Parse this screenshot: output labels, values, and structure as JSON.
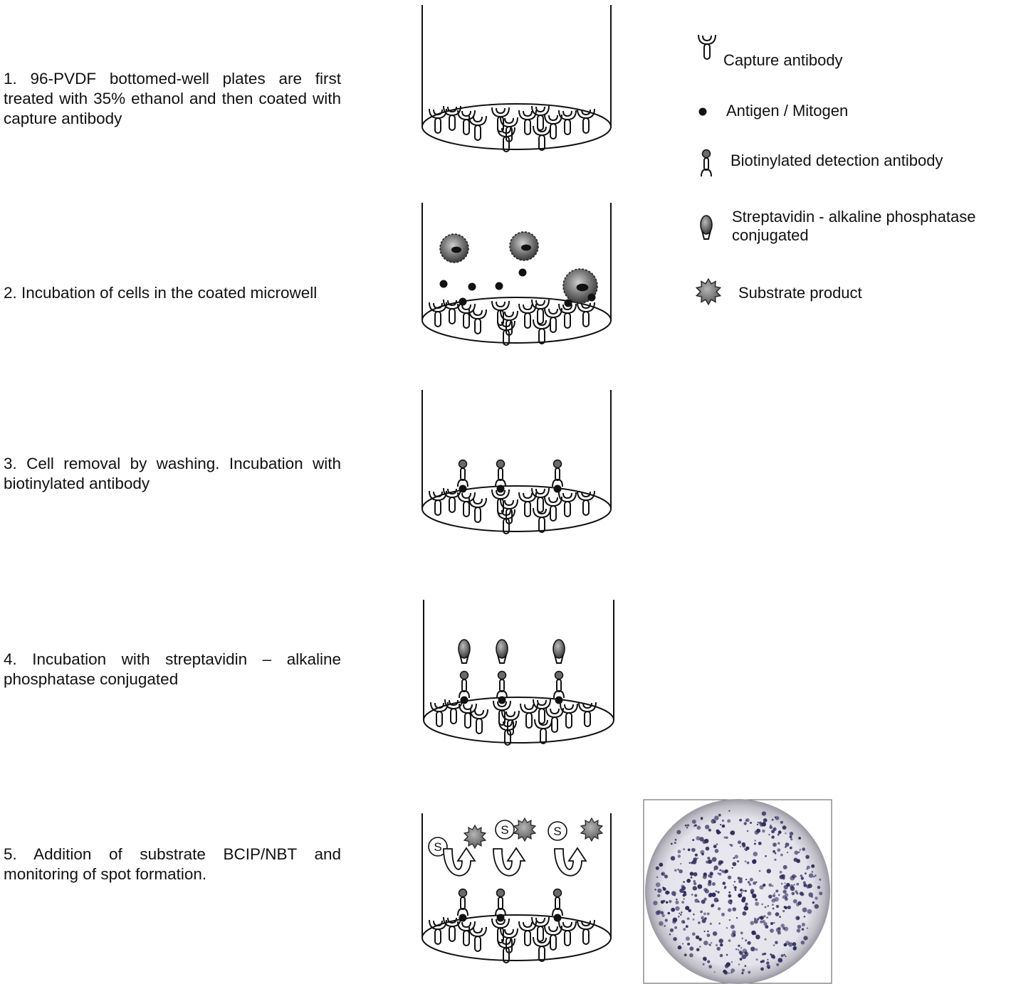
{
  "steps": [
    {
      "text": "1. 96-PVDF bottomed-well plates are first treated with 35% ethanol and then coated with capture antibody"
    },
    {
      "text": "2. Incubation of cells in the coated microwell"
    },
    {
      "text": "3. Cell removal by washing. Incubation with biotinylated antibody"
    },
    {
      "text": "4. Incubation with streptavidin – alkaline phosphatase conjugated"
    },
    {
      "text": "5. Addition of substrate BCIP/NBT and monitoring of spot formation."
    }
  ],
  "legend": [
    {
      "label": "Capture antibody",
      "icon": "capture-antibody-icon"
    },
    {
      "label": "Antigen / Mitogen",
      "icon": "antigen-dot-icon"
    },
    {
      "label": "Biotinylated detection antibody",
      "icon": "biotinylated-antibody-icon"
    },
    {
      "label": "Streptavidin - alkaline phosphatase conjugated",
      "icon": "streptavidin-ap-icon"
    },
    {
      "label": "Substrate product",
      "icon": "substrate-product-icon"
    }
  ],
  "substrate_symbol": "S",
  "colors": {
    "outline": "#111111",
    "well_photo_bg": "#e8e6ef",
    "spot": "#2c2a5a"
  }
}
